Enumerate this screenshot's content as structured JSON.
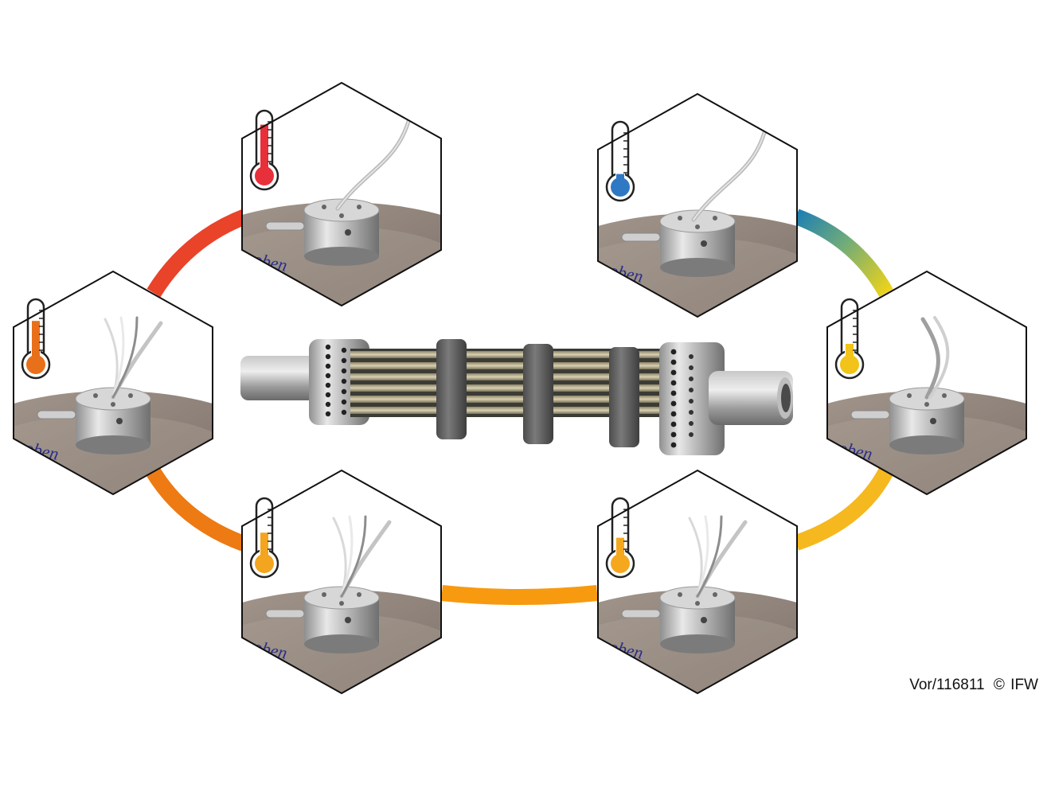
{
  "credit": {
    "ref": "Vor/116811",
    "copyright": "©",
    "org": "IFW"
  },
  "hexagons": [
    {
      "id": "top-left",
      "thermo_level": 0.85,
      "color": "#e8303a",
      "wire": "single",
      "label": "oben"
    },
    {
      "id": "mid-left",
      "thermo_level": 0.7,
      "color": "#e8701a",
      "wire": "multi",
      "label": "oben"
    },
    {
      "id": "bottom-left",
      "thermo_level": 0.45,
      "color": "#f3a51f",
      "wire": "multi",
      "label": "oben"
    },
    {
      "id": "bottom-right",
      "thermo_level": 0.35,
      "color": "#f5a81e",
      "wire": "multi",
      "label": "oben"
    },
    {
      "id": "mid-right",
      "thermo_level": 0.25,
      "color": "#f2c318",
      "wire": "double",
      "label": "oben"
    },
    {
      "id": "top-right",
      "thermo_level": 0.1,
      "color": "#2f79c4",
      "wire": "single",
      "label": "oben"
    }
  ],
  "ring_colors": {
    "top_left_arc": "#e9432a",
    "left_lower_arc": "#ed7a12",
    "bottom_arc": "#f79a10",
    "right_lower_arc": "#f5b81e",
    "right_upper_start": "#1f7fb3",
    "right_upper_end": "#f2d416"
  }
}
